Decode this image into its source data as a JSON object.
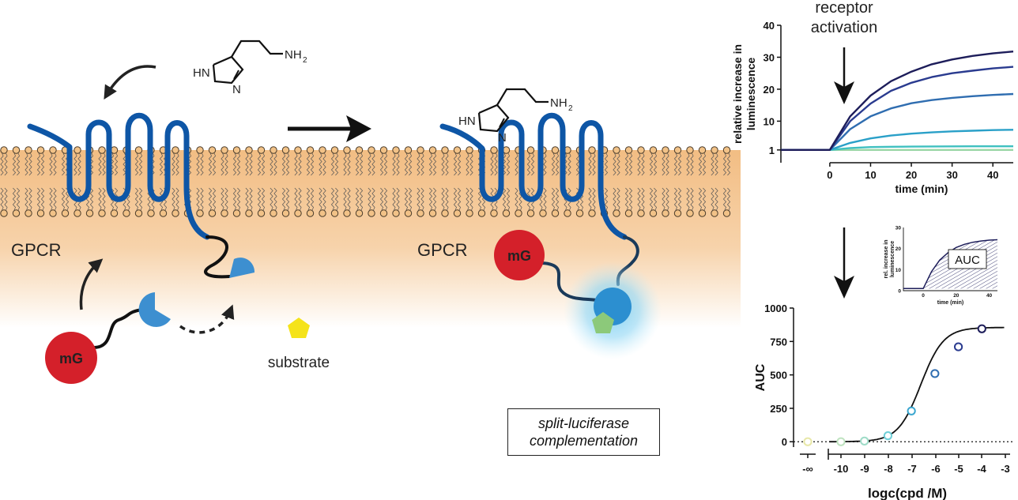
{
  "labels": {
    "gpcr": "GPCR",
    "mg": "mG",
    "substrate": "substrate",
    "caption_line1": "split-luciferase",
    "caption_line2": "complementation",
    "receptor_activation_1": "receptor",
    "receptor_activation_2": "activation",
    "ligand_nh2": "NH",
    "ligand_sub2": "2",
    "ligand_hn": "HN",
    "ligand_n": "N",
    "auc_inset": "AUC"
  },
  "colors": {
    "receptor": "#0e56a6",
    "mg": "#d4202a",
    "luciferase": "#3d8fd0",
    "substrate": "#f5e31a",
    "substrate_bound": "#8cc97a",
    "glow": "#7fd0f2",
    "membrane_top": "#f3c48e",
    "lipid_head": "#f2c287"
  },
  "chart_data": [
    {
      "type": "line",
      "ylabel": "relative increase in luminescence",
      "xlabel": "time (min)",
      "xlim": [
        -12,
        45
      ],
      "ylim": [
        -3,
        40
      ],
      "x_ticks": [
        0,
        10,
        20,
        30,
        40
      ],
      "y_ticks": [
        1,
        10,
        20,
        30,
        40
      ],
      "annotation": "receptor activation",
      "annotation_x": 0,
      "series": [
        {
          "color": "#1d1d5a",
          "x": [
            -12,
            0,
            5,
            10,
            15,
            20,
            25,
            30,
            35,
            40,
            45
          ],
          "values": [
            1,
            1,
            11.5,
            18,
            22.5,
            25.5,
            27.8,
            29.3,
            30.4,
            31.2,
            31.8
          ]
        },
        {
          "color": "#2a3b8f",
          "x": [
            -12,
            0,
            5,
            10,
            15,
            20,
            25,
            30,
            35,
            40,
            45
          ],
          "values": [
            1,
            1,
            10,
            15.5,
            19.5,
            22,
            23.8,
            25,
            25.8,
            26.5,
            27
          ]
        },
        {
          "color": "#2f6db0",
          "x": [
            -12,
            0,
            5,
            10,
            15,
            20,
            25,
            30,
            35,
            40,
            45
          ],
          "values": [
            1,
            1,
            7.5,
            11.5,
            14,
            15.6,
            16.6,
            17.3,
            17.8,
            18.2,
            18.5
          ]
        },
        {
          "color": "#2aa0c8",
          "x": [
            -12,
            0,
            5,
            10,
            15,
            20,
            25,
            30,
            35,
            40,
            45
          ],
          "values": [
            1,
            1,
            3.2,
            4.6,
            5.5,
            6.1,
            6.5,
            6.8,
            7.0,
            7.2,
            7.3
          ]
        },
        {
          "color": "#3fc0c0",
          "x": [
            -12,
            0,
            5,
            10,
            15,
            20,
            25,
            30,
            35,
            40,
            45
          ],
          "values": [
            1,
            1,
            1.6,
            1.9,
            2.0,
            2.05,
            2.1,
            2.12,
            2.14,
            2.15,
            2.15
          ]
        },
        {
          "color": "#9ad6a6",
          "x": [
            -12,
            0,
            45
          ],
          "values": [
            1,
            1,
            1
          ]
        }
      ]
    },
    {
      "type": "area",
      "ylabel": "rel. increase in luminescence",
      "xlabel": "time (min)",
      "xlim": [
        -12,
        45
      ],
      "ylim": [
        0,
        30
      ],
      "x_ticks": [
        0,
        20,
        40
      ],
      "y_ticks": [
        0,
        10,
        20,
        30
      ],
      "annotation": "AUC",
      "series": [
        {
          "color": "#1d1d5a",
          "x": [
            -12,
            0,
            5,
            10,
            15,
            20,
            25,
            30,
            35,
            40,
            45
          ],
          "values": [
            1,
            1,
            9,
            14.5,
            18,
            20.5,
            22,
            23,
            23.6,
            24,
            24.2
          ]
        }
      ]
    },
    {
      "type": "scatter",
      "ylabel": "AUC",
      "xlabel": "logc(cpd /M)",
      "xlim": [
        -11,
        -3
      ],
      "ylim": [
        -40,
        1000
      ],
      "x_tick_labels": [
        "-∞",
        "-10",
        "-9",
        "-8",
        "-7",
        "-6",
        "-5",
        "-4",
        "-3"
      ],
      "y_ticks": [
        0,
        250,
        500,
        750,
        1000
      ],
      "fit": {
        "bottom": 0,
        "top": 855,
        "log_ec50": -6.6,
        "hill": 0.9
      },
      "points": [
        {
          "x": "-∞",
          "y": 0,
          "color": "#e8e8a8"
        },
        {
          "x": -10,
          "y": 0,
          "color": "#bfe3c0"
        },
        {
          "x": -9,
          "y": 5,
          "color": "#9fdcc8"
        },
        {
          "x": -8,
          "y": 45,
          "color": "#6fcfd8"
        },
        {
          "x": -7,
          "y": 230,
          "color": "#3aa6cf"
        },
        {
          "x": -6,
          "y": 510,
          "color": "#2f6db0"
        },
        {
          "x": -5,
          "y": 710,
          "color": "#2a3b8f"
        },
        {
          "x": -4,
          "y": 845,
          "color": "#1d1d5a"
        }
      ]
    }
  ]
}
